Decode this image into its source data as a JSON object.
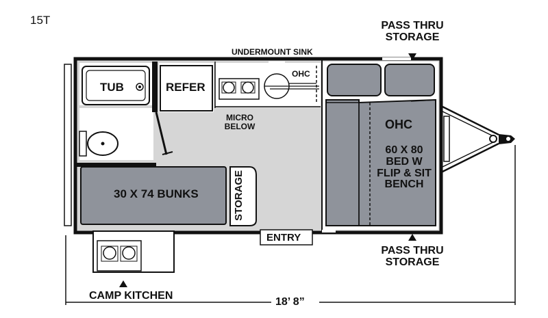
{
  "model": "15T",
  "labels": {
    "pass_thru_top_1": "PASS THRU",
    "pass_thru_top_2": "STORAGE",
    "undermount_sink": "UNDERMOUNT SINK",
    "ohc_small": "OHC",
    "tub": "TUB",
    "refer": "REFER",
    "micro_1": "MICRO",
    "micro_2": "BELOW",
    "ohc_bed": "OHC",
    "bed_1": "60 X 80",
    "bed_2": "BED W",
    "bed_3": "FLIP & SIT",
    "bed_4": "BENCH",
    "bunks": "30 X 74 BUNKS",
    "storage": "STORAGE",
    "entry": "ENTRY",
    "pass_thru_bottom_1": "PASS THRU",
    "pass_thru_bottom_2": "STORAGE",
    "camp_kitchen": "CAMP KITCHEN",
    "length": "18’ 8”"
  },
  "colors": {
    "floor": "#d4d4d4",
    "furniture": "#8f939b",
    "outline": "#111111"
  }
}
